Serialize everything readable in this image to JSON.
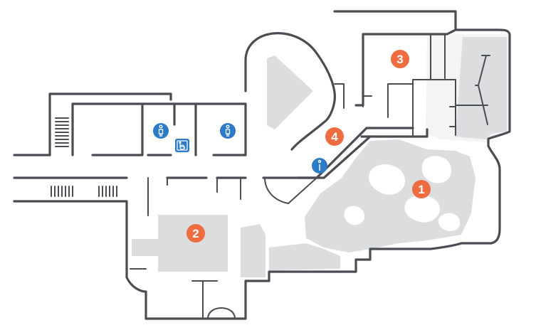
{
  "colors": {
    "wall": "#4a4c53",
    "area_fill": "#dcdddf",
    "area_fill_light": "#f4f4f5",
    "zone_marker": "#ee6c3f",
    "amenity_marker": "#2d7bc4",
    "marker_text": "#ffffff"
  },
  "zones": [
    {
      "number": "1"
    },
    {
      "number": "2"
    },
    {
      "number": "3"
    },
    {
      "number": "4"
    }
  ],
  "amenities": [
    {
      "type": "restroom",
      "icon": "person-icon"
    },
    {
      "type": "restroom",
      "icon": "person-icon"
    },
    {
      "type": "accessible-restroom",
      "icon": "wheelchair-icon"
    },
    {
      "type": "information",
      "icon": "info-icon"
    }
  ]
}
